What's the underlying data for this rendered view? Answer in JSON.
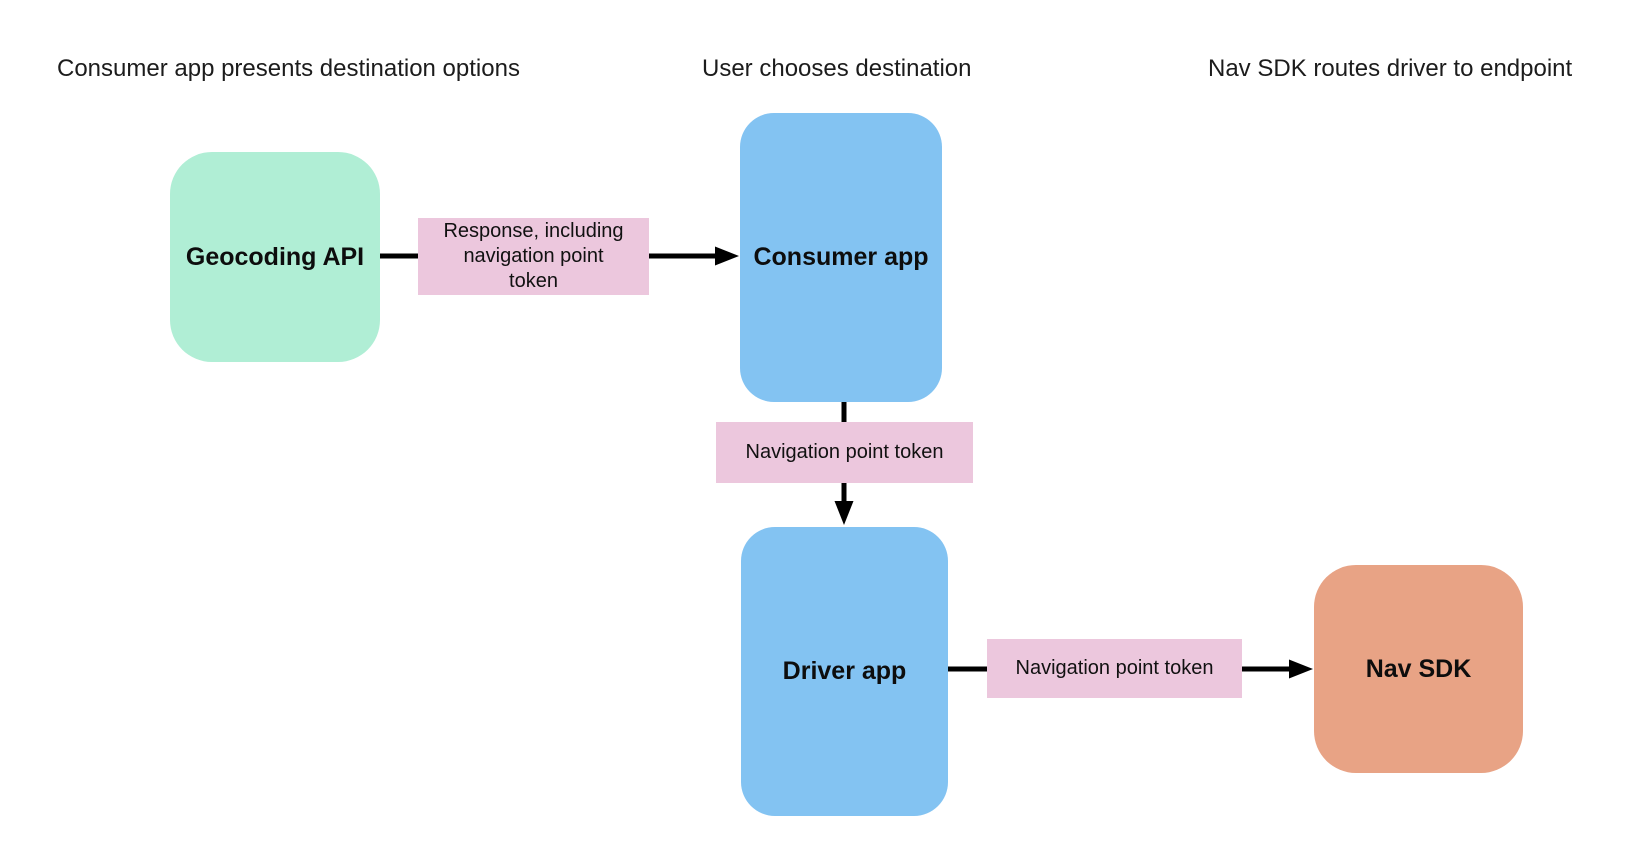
{
  "diagram": {
    "headers": [
      {
        "label": "Consumer app presents destination options"
      },
      {
        "label": "User chooses destination"
      },
      {
        "label": "Nav SDK routes driver to endpoint"
      }
    ],
    "nodes": [
      {
        "id": "geocoding-api",
        "label": "Geocoding API",
        "color": "#b0eed5"
      },
      {
        "id": "consumer-app",
        "label": "Consumer app",
        "color": "#83c3f2"
      },
      {
        "id": "driver-app",
        "label": "Driver app",
        "color": "#83c3f2"
      },
      {
        "id": "nav-sdk",
        "label": "Nav SDK",
        "color": "#e8a385"
      }
    ],
    "edge_labels": [
      {
        "id": "response-token",
        "label": "Response, including navigation point token",
        "color": "#ecc7dd"
      },
      {
        "id": "nav-token-to-driver",
        "label": "Navigation point token",
        "color": "#ecc7dd"
      },
      {
        "id": "nav-token-to-navsdk",
        "label": "Navigation point token",
        "color": "#ecc7dd"
      }
    ],
    "colors": {
      "background": "#ffffff",
      "arrow": "#000000",
      "text": "#111111"
    }
  }
}
